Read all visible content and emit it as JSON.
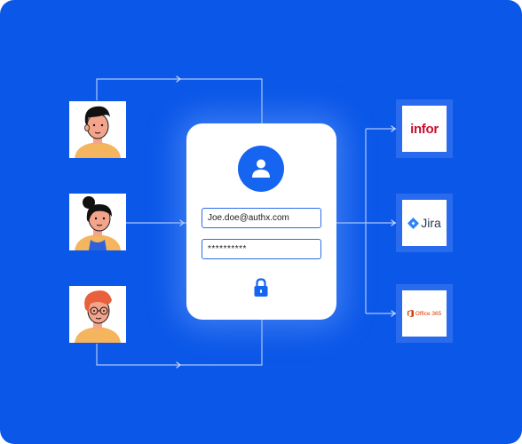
{
  "diagram": {
    "users": [
      {
        "name": "user-1",
        "icon": "man-avatar-icon"
      },
      {
        "name": "user-2",
        "icon": "woman-avatar-icon"
      },
      {
        "name": "user-3",
        "icon": "man-with-glasses-avatar-icon"
      }
    ],
    "login": {
      "user_icon": "user-icon",
      "email_value": "Joe.doe@authx.com",
      "password_value": "**********",
      "lock_icon": "lock-icon"
    },
    "apps": [
      {
        "name": "infor",
        "label": "infor",
        "color": "#C8102E"
      },
      {
        "name": "jira",
        "label": "Jira",
        "color": "#253858"
      },
      {
        "name": "office365",
        "label": "Office 365",
        "color": "#D83B01"
      }
    ],
    "colors": {
      "background": "#0B57E8",
      "accent": "#1565F0",
      "connector": "#C9DAFF"
    }
  }
}
